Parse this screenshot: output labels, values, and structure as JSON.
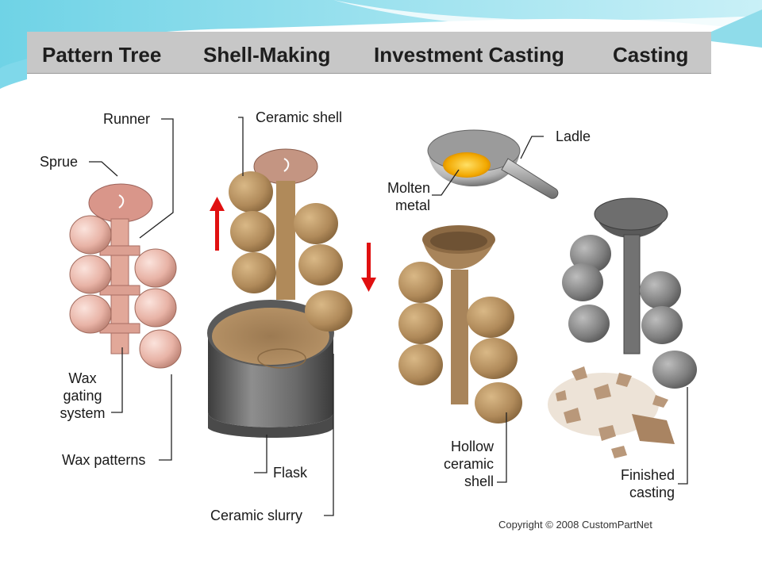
{
  "header": {
    "stage1": "Pattern Tree",
    "stage2": "Shell-Making",
    "stage3": "Investment Casting",
    "stage4": "Casting"
  },
  "labels": {
    "runner": "Runner",
    "sprue": "Sprue",
    "wax_gating_1": "Wax",
    "wax_gating_2": "gating",
    "wax_gating_3": "system",
    "wax_patterns": "Wax patterns",
    "ceramic_shell": "Ceramic shell",
    "flask": "Flask",
    "ceramic_slurry": "Ceramic slurry",
    "ladle": "Ladle",
    "molten_1": "Molten",
    "molten_2": "metal",
    "hollow_1": "Hollow",
    "hollow_2": "ceramic",
    "hollow_3": "shell",
    "finished_1": "Finished",
    "finished_2": "casting"
  },
  "copyright": "Copyright © 2008 CustomPartNet",
  "colors": {
    "wax": "#e8b3a6",
    "ceramic": "#b08a5a",
    "metal": "#7a7a7a",
    "molten": "#f2a800",
    "arrow": "#e01010",
    "header": "#c7c7c7"
  }
}
